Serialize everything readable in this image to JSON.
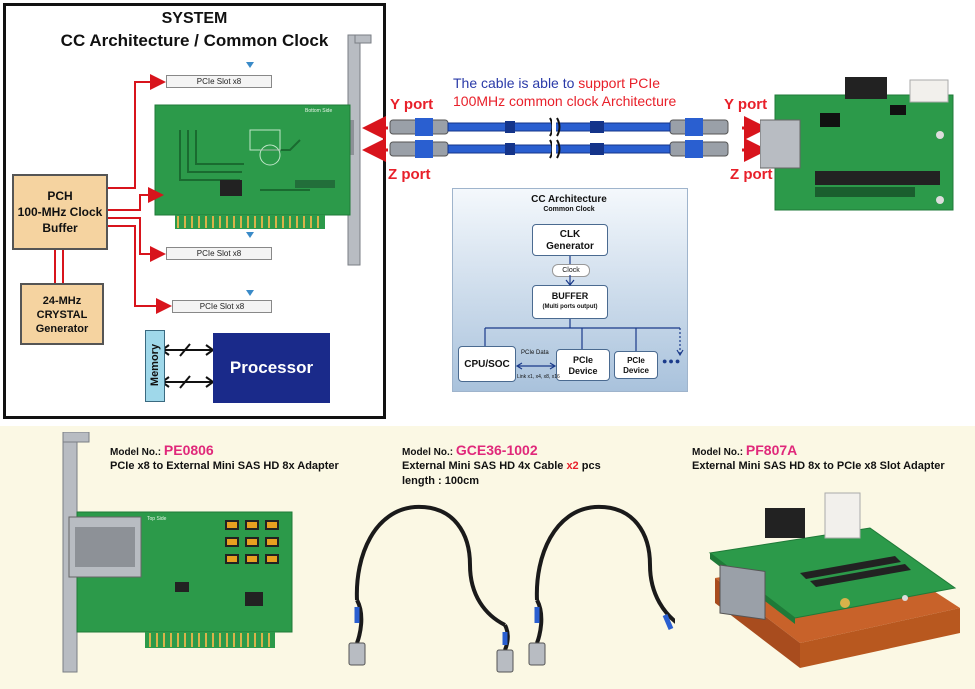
{
  "system": {
    "title": "SYSTEM",
    "subtitle": "CC Architecture / Common Clock",
    "slots": [
      "PCIe Slot x8",
      "PCIe Slot x8",
      "PCIe Slot x8"
    ],
    "pch": {
      "line1": "PCH",
      "line2": "100-MHz Clock",
      "line3": "Buffer"
    },
    "crystal": {
      "line1": "24-MHz",
      "line2": "CRYSTAL",
      "line3": "Generator"
    },
    "memory_label": "Memory",
    "processor_label": "Processor",
    "board_label": "Bottom Side"
  },
  "cable_note": {
    "part1": "The cable is able to ",
    "part2": "support PCIe",
    "line2": "100MHz common clock Architecture"
  },
  "ports": {
    "y_left": "Y port",
    "z_left": "Z port",
    "y_right": "Y port",
    "z_right": "Z port"
  },
  "cc_diagram": {
    "title": "CC Architecture",
    "subtitle": "Common Clock",
    "clk_gen": [
      "CLK",
      "Generator"
    ],
    "clock_label": "Clock",
    "buffer": "BUFFER",
    "buffer_sub": "(Multi ports output)",
    "cpu": "CPU/SOC",
    "pcie_data": "PCIe Data",
    "link_note": "Link x1, x4, x8, x16",
    "pcie_device_1": [
      "PCIe",
      "Device"
    ],
    "pcie_device_2": [
      "PCIe",
      "Device"
    ],
    "ellipsis": "●●●"
  },
  "products": [
    {
      "model_prefix": "Model No.:",
      "model": "PE0806",
      "desc1": "PCIe x8 to External Mini SAS HD 8x Adapter",
      "board_label": "Top Side"
    },
    {
      "model_prefix": "Model No.:",
      "model": "GCE36-1002",
      "desc1_a": "External Mini SAS HD 4x Cable ",
      "desc1_b": "x2",
      "desc1_c": " pcs",
      "desc2": "length : 100cm"
    },
    {
      "model_prefix": "Model No.:",
      "model": "PF807A",
      "desc1": "External Mini SAS HD 8x to PCIe x8 Slot Adapter"
    }
  ],
  "colors": {
    "pcb_green": "#2c9a4a",
    "accent_red": "#e8202a",
    "arrow_red": "#d8141c",
    "note_blue": "#2a3aa8",
    "note_red": "#e8202a",
    "cable_blue": "#2a5fd0",
    "processor_navy": "#1a2a8a",
    "memory_cyan": "#9fd8ea",
    "tan": "#f5d3a0",
    "model_pink": "#e0287a"
  }
}
